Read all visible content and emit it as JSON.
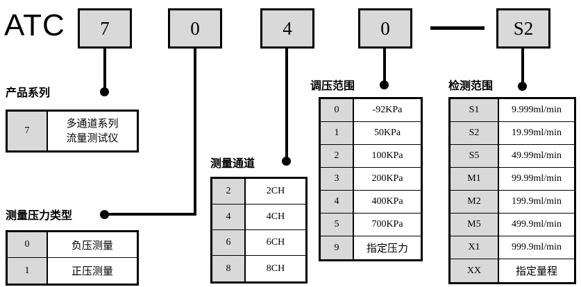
{
  "brand": "ATC",
  "code_row": {
    "boxes": [
      {
        "name": "series",
        "value": "7"
      },
      {
        "name": "pressure-type",
        "value": "0"
      },
      {
        "name": "channel",
        "value": "4"
      },
      {
        "name": "pressure-range",
        "value": "0"
      },
      {
        "name": "detection-range",
        "value": "S2"
      }
    ],
    "separator": "-"
  },
  "sections": {
    "series": {
      "caption": "产品系列",
      "rows": [
        {
          "code": "7",
          "line1": "多通道系列",
          "line2": "流量测试仪"
        }
      ]
    },
    "pressure_type": {
      "caption": "测量压力类型",
      "rows": [
        {
          "code": "0",
          "desc": "负压测量"
        },
        {
          "code": "1",
          "desc": "正压测量"
        }
      ]
    },
    "channel": {
      "caption": "测量通道",
      "rows": [
        {
          "code": "2",
          "desc": "2CH"
        },
        {
          "code": "4",
          "desc": "4CH"
        },
        {
          "code": "6",
          "desc": "6CH"
        },
        {
          "code": "8",
          "desc": "8CH"
        }
      ]
    },
    "pressure_range": {
      "caption": "调压范围",
      "rows": [
        {
          "code": "0",
          "desc": "-92KPa"
        },
        {
          "code": "1",
          "desc": "50KPa"
        },
        {
          "code": "2",
          "desc": "100KPa"
        },
        {
          "code": "3",
          "desc": "200KPa"
        },
        {
          "code": "4",
          "desc": "400KPa"
        },
        {
          "code": "5",
          "desc": "700KPa"
        },
        {
          "code": "9",
          "desc": "指定压力"
        }
      ]
    },
    "detection_range": {
      "caption": "检测范围",
      "rows": [
        {
          "code": "S1",
          "desc": "9.999ml/min"
        },
        {
          "code": "S2",
          "desc": "19.99ml/min"
        },
        {
          "code": "S5",
          "desc": "49.99ml/min"
        },
        {
          "code": "M1",
          "desc": "99.99ml/min"
        },
        {
          "code": "M2",
          "desc": "199.9ml/min"
        },
        {
          "code": "M5",
          "desc": "499.9ml/min"
        },
        {
          "code": "X1",
          "desc": "999.9ml/min"
        },
        {
          "code": "XX",
          "desc": "指定量程"
        }
      ]
    }
  },
  "colors": {
    "fill_gray": "#d9d9d9",
    "line_black": "#000000",
    "background": "#ffffff"
  }
}
